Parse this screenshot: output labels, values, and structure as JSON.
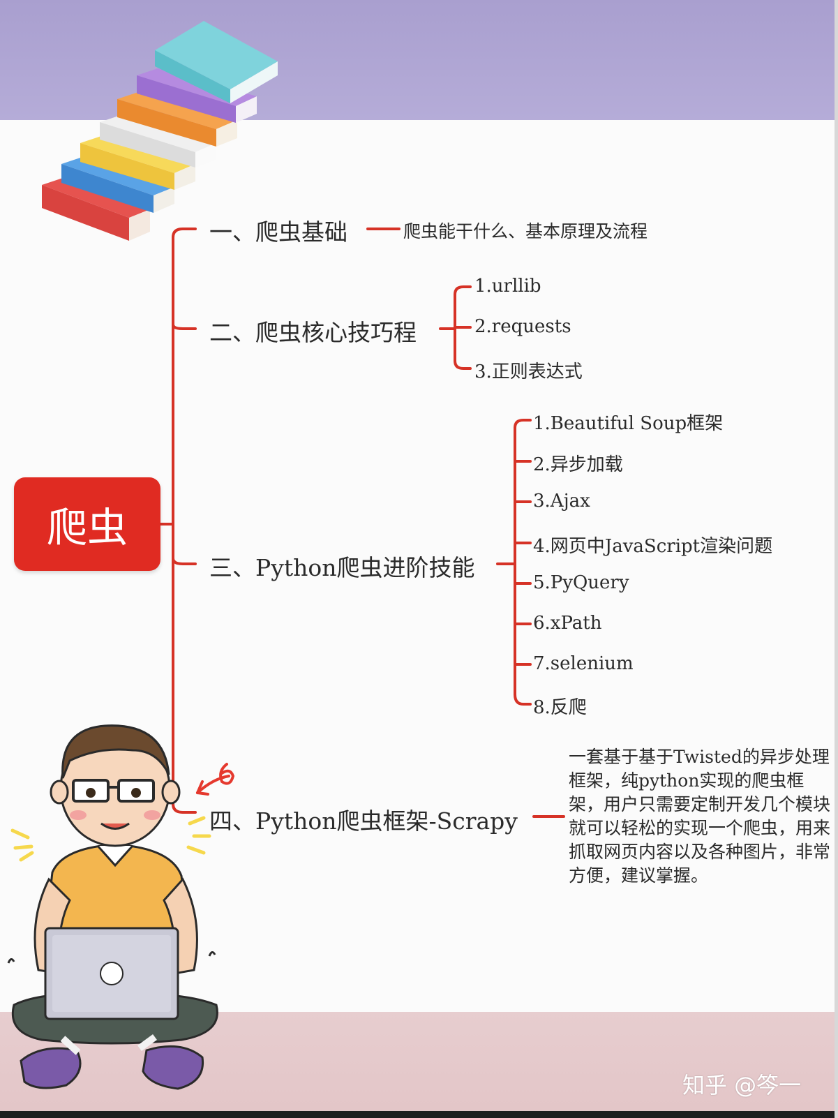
{
  "root": {
    "label": "爬虫"
  },
  "branches": [
    {
      "label": "一、爬虫基础",
      "note": "爬虫能干什么、基本原理及流程"
    },
    {
      "label": "二、爬虫核心技巧程",
      "items": [
        "1.urllib",
        "2.requests",
        "3.正则表达式"
      ]
    },
    {
      "label": "三、Python爬虫进阶技能",
      "items": [
        "1.Beautiful Soup框架",
        "2.异步加载",
        "3.Ajax",
        "4.网页中JavaScript渲染问题",
        "5.PyQuery",
        "6.xPath",
        "7.selenium",
        "8.反爬"
      ]
    },
    {
      "label": "四、Python爬虫框架-Scrapy",
      "description": "一套基于基于Twisted的异步处理框架，纯python实现的爬虫框架，用户只需要定制开发几个模块就可以轻松的实现一个爬虫，用来抓取网页内容以及各种图片，非常方便，建议掌握。"
    }
  ],
  "watermark": "知乎 @笒一",
  "colors": {
    "accent": "#e02b22",
    "top_band": "#b0a7d5",
    "bottom_band": "#e6cacc",
    "text": "#2a2a2a"
  },
  "icons": [
    "book-stack-icon",
    "boy-with-laptop-icon",
    "hand-drawn-arrow-icon"
  ]
}
